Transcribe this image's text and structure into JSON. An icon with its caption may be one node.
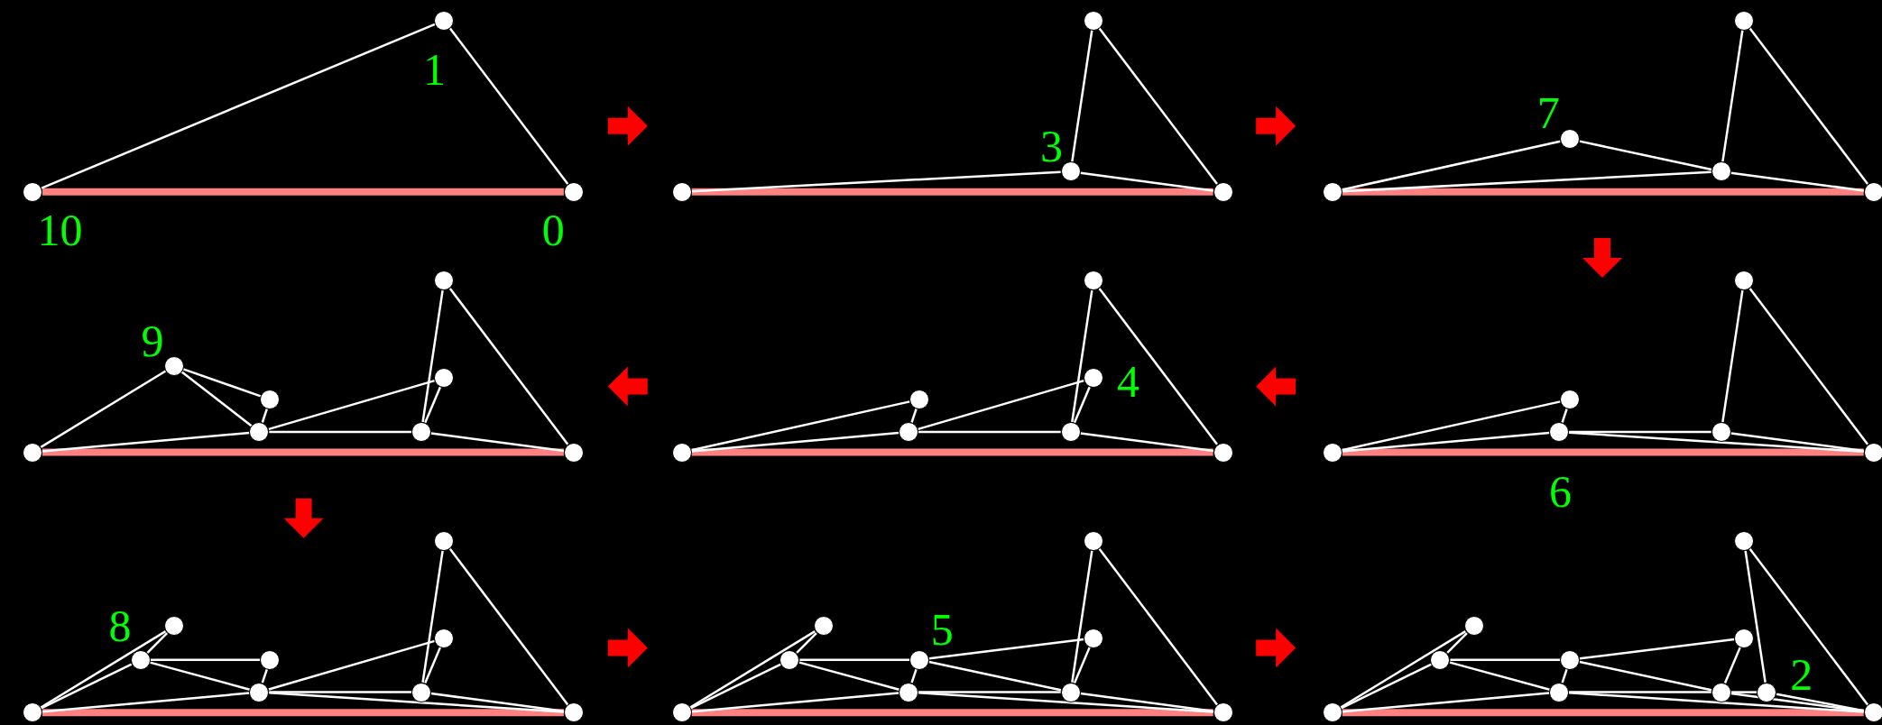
{
  "diagram": {
    "nodes": [
      {
        "text": [],
        "shape": "circle",
        "beside": [
          "10"
        ]
      },
      {
        "text": [],
        "shape": "circle",
        "beside": [
          "1"
        ]
      },
      {
        "text": [],
        "shape": "circle",
        "beside": [
          "0"
        ]
      },
      {
        "text": [],
        "shape": "circle"
      },
      {
        "text": [],
        "shape": "circle",
        "beside": [
          "3"
        ]
      },
      {
        "text": [],
        "shape": "circle"
      },
      {
        "text": [],
        "shape": "circle"
      },
      {
        "text": [],
        "shape": "circle"
      },
      {
        "text": [],
        "shape": "circle",
        "beside": [
          "7"
        ]
      },
      {
        "text": [],
        "shape": "circle"
      },
      {
        "text": [],
        "shape": "circle"
      },
      {
        "text": [],
        "shape": "circle"
      },
      {
        "text": [],
        "shape": "circle"
      },
      {
        "text": [],
        "shape": "circle",
        "beside": [
          "9"
        ]
      },
      {
        "text": [],
        "shape": "circle"
      },
      {
        "text": [],
        "shape": "circle"
      },
      {
        "text": [],
        "shape": "circle"
      },
      {
        "text": [],
        "shape": "circle"
      },
      {
        "text": [],
        "shape": "circle"
      },
      {
        "text": [],
        "shape": "circle"
      },
      {
        "text": [],
        "shape": "circle"
      },
      {
        "text": [],
        "shape": "circle"
      },
      {
        "text": [],
        "shape": "circle"
      },
      {
        "text": [],
        "shape": "circle"
      },
      {
        "text": [],
        "shape": "circle"
      },
      {
        "text": [],
        "shape": "circle",
        "beside": [
          "4"
        ]
      },
      {
        "text": [],
        "shape": "circle"
      },
      {
        "text": [],
        "shape": "circle"
      },
      {
        "text": [],
        "shape": "circle",
        "beside": [
          "6"
        ]
      },
      {
        "text": [],
        "shape": "circle"
      },
      {
        "text": [],
        "shape": "circle"
      },
      {
        "text": [],
        "shape": "circle"
      },
      {
        "text": [],
        "shape": "circle"
      },
      {
        "text": [],
        "shape": "circle"
      },
      {
        "text": [],
        "shape": "circle",
        "beside": [
          "8"
        ]
      },
      {
        "text": [],
        "shape": "circle"
      },
      {
        "text": [],
        "shape": "circle"
      },
      {
        "text": [],
        "shape": "circle"
      },
      {
        "text": [],
        "shape": "circle"
      },
      {
        "text": [],
        "shape": "circle"
      },
      {
        "text": [],
        "shape": "circle"
      },
      {
        "text": [],
        "shape": "circle"
      },
      {
        "text": [],
        "shape": "circle"
      },
      {
        "text": [],
        "shape": "circle"
      },
      {
        "text": [],
        "shape": "circle"
      },
      {
        "text": [],
        "shape": "circle"
      },
      {
        "text": [],
        "shape": "circle",
        "beside": [
          "5"
        ]
      },
      {
        "text": [],
        "shape": "circle"
      },
      {
        "text": [],
        "shape": "circle"
      },
      {
        "text": [],
        "shape": "circle"
      },
      {
        "text": [],
        "shape": "circle"
      },
      {
        "text": [],
        "shape": "circle"
      },
      {
        "text": [],
        "shape": "circle"
      },
      {
        "text": [],
        "shape": "circle"
      },
      {
        "text": [],
        "shape": "circle"
      },
      {
        "text": [],
        "shape": "circle"
      },
      {
        "text": [],
        "shape": "circle"
      },
      {
        "text": [],
        "shape": "circle"
      },
      {
        "text": [],
        "shape": "circle"
      },
      {
        "text": [],
        "shape": "circle",
        "beside": [
          "2"
        ]
      },
      {
        "text": [],
        "shape": "circle"
      }
    ],
    "edges": [
      {
        "from": 0,
        "to": 2,
        "arrow": "none",
        "style": "thick",
        "color": "#ff8080"
      },
      {
        "from": 0,
        "to": 1,
        "arrow": "none"
      },
      {
        "from": 1,
        "to": 2,
        "arrow": "none"
      },
      {
        "from": 3,
        "to": 6,
        "arrow": "none",
        "style": "thick",
        "color": "#ff8080"
      },
      {
        "from": 3,
        "to": 4,
        "arrow": "none"
      },
      {
        "from": 4,
        "to": 5,
        "arrow": "none"
      },
      {
        "from": 5,
        "to": 6,
        "arrow": "none"
      },
      {
        "from": 4,
        "to": 6,
        "arrow": "none"
      },
      {
        "from": 7,
        "to": 11,
        "arrow": "none",
        "style": "thick",
        "color": "#ff8080"
      },
      {
        "from": 7,
        "to": 9,
        "arrow": "none"
      },
      {
        "from": 9,
        "to": 10,
        "arrow": "none"
      },
      {
        "from": 10,
        "to": 11,
        "arrow": "none"
      },
      {
        "from": 9,
        "to": 11,
        "arrow": "none"
      },
      {
        "from": 7,
        "to": 8,
        "arrow": "none"
      },
      {
        "from": 8,
        "to": 9,
        "arrow": "none"
      },
      {
        "from": 12,
        "to": 19,
        "arrow": "none",
        "style": "thick",
        "color": "#ff8080"
      },
      {
        "from": 12,
        "to": 13,
        "arrow": "none"
      },
      {
        "from": 13,
        "to": 15,
        "arrow": "none"
      },
      {
        "from": 13,
        "to": 14,
        "arrow": "none"
      },
      {
        "from": 12,
        "to": 14,
        "arrow": "none"
      },
      {
        "from": 15,
        "to": 14,
        "arrow": "none"
      },
      {
        "from": 14,
        "to": 18,
        "arrow": "none"
      },
      {
        "from": 14,
        "to": 16,
        "arrow": "none"
      },
      {
        "from": 16,
        "to": 18,
        "arrow": "none"
      },
      {
        "from": 16,
        "to": 17,
        "arrow": "none"
      },
      {
        "from": 17,
        "to": 19,
        "arrow": "none"
      },
      {
        "from": 16,
        "to": 19,
        "arrow": "none"
      },
      {
        "from": 20,
        "to": 26,
        "arrow": "none",
        "style": "thick",
        "color": "#ff8080"
      },
      {
        "from": 20,
        "to": 22,
        "arrow": "none"
      },
      {
        "from": 20,
        "to": 21,
        "arrow": "none"
      },
      {
        "from": 22,
        "to": 21,
        "arrow": "none"
      },
      {
        "from": 21,
        "to": 25,
        "arrow": "none"
      },
      {
        "from": 21,
        "to": 23,
        "arrow": "none"
      },
      {
        "from": 23,
        "to": 25,
        "arrow": "none"
      },
      {
        "from": 23,
        "to": 24,
        "arrow": "none"
      },
      {
        "from": 24,
        "to": 26,
        "arrow": "none"
      },
      {
        "from": 23,
        "to": 26,
        "arrow": "none"
      },
      {
        "from": 27,
        "to": 32,
        "arrow": "none",
        "style": "thick",
        "color": "#ff8080"
      },
      {
        "from": 27,
        "to": 29,
        "arrow": "none"
      },
      {
        "from": 27,
        "to": 28,
        "arrow": "none"
      },
      {
        "from": 29,
        "to": 28,
        "arrow": "none"
      },
      {
        "from": 28,
        "to": 30,
        "arrow": "none"
      },
      {
        "from": 28,
        "to": 32,
        "arrow": "none"
      },
      {
        "from": 30,
        "to": 31,
        "arrow": "none"
      },
      {
        "from": 31,
        "to": 32,
        "arrow": "none"
      },
      {
        "from": 30,
        "to": 32,
        "arrow": "none"
      },
      {
        "from": 33,
        "to": 41,
        "arrow": "none",
        "style": "thick",
        "color": "#ff8080"
      },
      {
        "from": 33,
        "to": 35,
        "arrow": "none"
      },
      {
        "from": 33,
        "to": 34,
        "arrow": "none"
      },
      {
        "from": 34,
        "to": 35,
        "arrow": "none"
      },
      {
        "from": 34,
        "to": 37,
        "arrow": "none"
      },
      {
        "from": 34,
        "to": 36,
        "arrow": "none"
      },
      {
        "from": 37,
        "to": 36,
        "arrow": "none"
      },
      {
        "from": 33,
        "to": 36,
        "arrow": "none"
      },
      {
        "from": 36,
        "to": 40,
        "arrow": "none"
      },
      {
        "from": 36,
        "to": 38,
        "arrow": "none"
      },
      {
        "from": 36,
        "to": 41,
        "arrow": "none"
      },
      {
        "from": 38,
        "to": 40,
        "arrow": "none"
      },
      {
        "from": 38,
        "to": 39,
        "arrow": "none"
      },
      {
        "from": 39,
        "to": 41,
        "arrow": "none"
      },
      {
        "from": 38,
        "to": 41,
        "arrow": "none"
      },
      {
        "from": 42,
        "to": 50,
        "arrow": "none",
        "style": "thick",
        "color": "#ff8080"
      },
      {
        "from": 42,
        "to": 44,
        "arrow": "none"
      },
      {
        "from": 42,
        "to": 43,
        "arrow": "none"
      },
      {
        "from": 43,
        "to": 44,
        "arrow": "none"
      },
      {
        "from": 43,
        "to": 46,
        "arrow": "none"
      },
      {
        "from": 43,
        "to": 45,
        "arrow": "none"
      },
      {
        "from": 46,
        "to": 45,
        "arrow": "none"
      },
      {
        "from": 42,
        "to": 45,
        "arrow": "none"
      },
      {
        "from": 46,
        "to": 49,
        "arrow": "none"
      },
      {
        "from": 46,
        "to": 47,
        "arrow": "none"
      },
      {
        "from": 45,
        "to": 47,
        "arrow": "none"
      },
      {
        "from": 45,
        "to": 50,
        "arrow": "none"
      },
      {
        "from": 47,
        "to": 49,
        "arrow": "none"
      },
      {
        "from": 47,
        "to": 48,
        "arrow": "none"
      },
      {
        "from": 48,
        "to": 50,
        "arrow": "none"
      },
      {
        "from": 47,
        "to": 50,
        "arrow": "none"
      },
      {
        "from": 51,
        "to": 60,
        "arrow": "none",
        "style": "thick",
        "color": "#ff8080"
      },
      {
        "from": 51,
        "to": 53,
        "arrow": "none"
      },
      {
        "from": 51,
        "to": 52,
        "arrow": "none"
      },
      {
        "from": 52,
        "to": 53,
        "arrow": "none"
      },
      {
        "from": 52,
        "to": 55,
        "arrow": "none"
      },
      {
        "from": 52,
        "to": 54,
        "arrow": "none"
      },
      {
        "from": 55,
        "to": 54,
        "arrow": "none"
      },
      {
        "from": 51,
        "to": 54,
        "arrow": "none"
      },
      {
        "from": 55,
        "to": 58,
        "arrow": "none"
      },
      {
        "from": 55,
        "to": 56,
        "arrow": "none"
      },
      {
        "from": 54,
        "to": 56,
        "arrow": "none"
      },
      {
        "from": 54,
        "to": 60,
        "arrow": "none"
      },
      {
        "from": 56,
        "to": 58,
        "arrow": "none"
      },
      {
        "from": 56,
        "to": 59,
        "arrow": "none"
      },
      {
        "from": 59,
        "to": 57,
        "arrow": "none"
      },
      {
        "from": 57,
        "to": 60,
        "arrow": "none"
      },
      {
        "from": 56,
        "to": 60,
        "arrow": "none"
      },
      {
        "from": 59,
        "to": 60,
        "arrow": "none"
      }
    ]
  }
}
